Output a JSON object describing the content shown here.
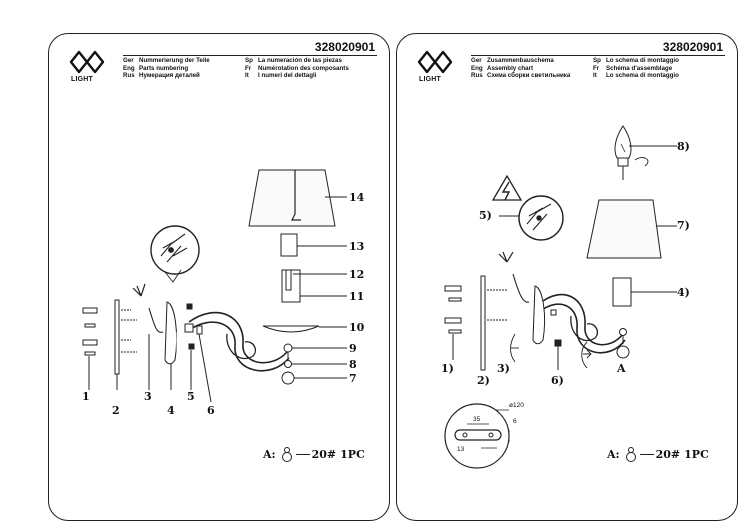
{
  "left": {
    "logo_text": "LIGHT",
    "code": "328020901",
    "languages": [
      {
        "c1": "Ger",
        "t1": "Nummerierung der Teile",
        "c2": "Sp",
        "t2": "La numeración de las piezas"
      },
      {
        "c1": "Eng",
        "t1": "Parts numbering",
        "c2": "Fr",
        "t2": "Numérotation des composants"
      },
      {
        "c1": "Rus",
        "t1": "Нумерация деталей",
        "c2": "It",
        "t2": "I numeri del dettagli"
      }
    ],
    "labels": [
      "1",
      "2",
      "3",
      "4",
      "5",
      "6",
      "7",
      "8",
      "9",
      "10",
      "11",
      "12",
      "13",
      "14"
    ],
    "pieces": {
      "prefix": "A:",
      "count": "20#",
      "qty": "1PC"
    }
  },
  "right": {
    "logo_text": "LIGHT",
    "code": "328020901",
    "languages": [
      {
        "c1": "Ger",
        "t1": "Zusammenbauschema",
        "c2": "Sp",
        "t2": "Lo schema di montaggio"
      },
      {
        "c1": "Eng",
        "t1": "Assembly chart",
        "c2": "Fr",
        "t2": "Schéma d'assemblage"
      },
      {
        "c1": "Rus",
        "t1": "Схема сборки светильника",
        "c2": "It",
        "t2": "Lo schema di montaggio"
      }
    ],
    "labels": [
      "1)",
      "2)",
      "3)",
      "4)",
      "5)",
      "6)",
      "7)",
      "8)",
      "A"
    ],
    "dims": {
      "diameter": "ø120",
      "width": "35",
      "hole": "6",
      "offset": "13"
    },
    "pieces": {
      "prefix": "A:",
      "count": "20#",
      "qty": "1PC"
    }
  }
}
